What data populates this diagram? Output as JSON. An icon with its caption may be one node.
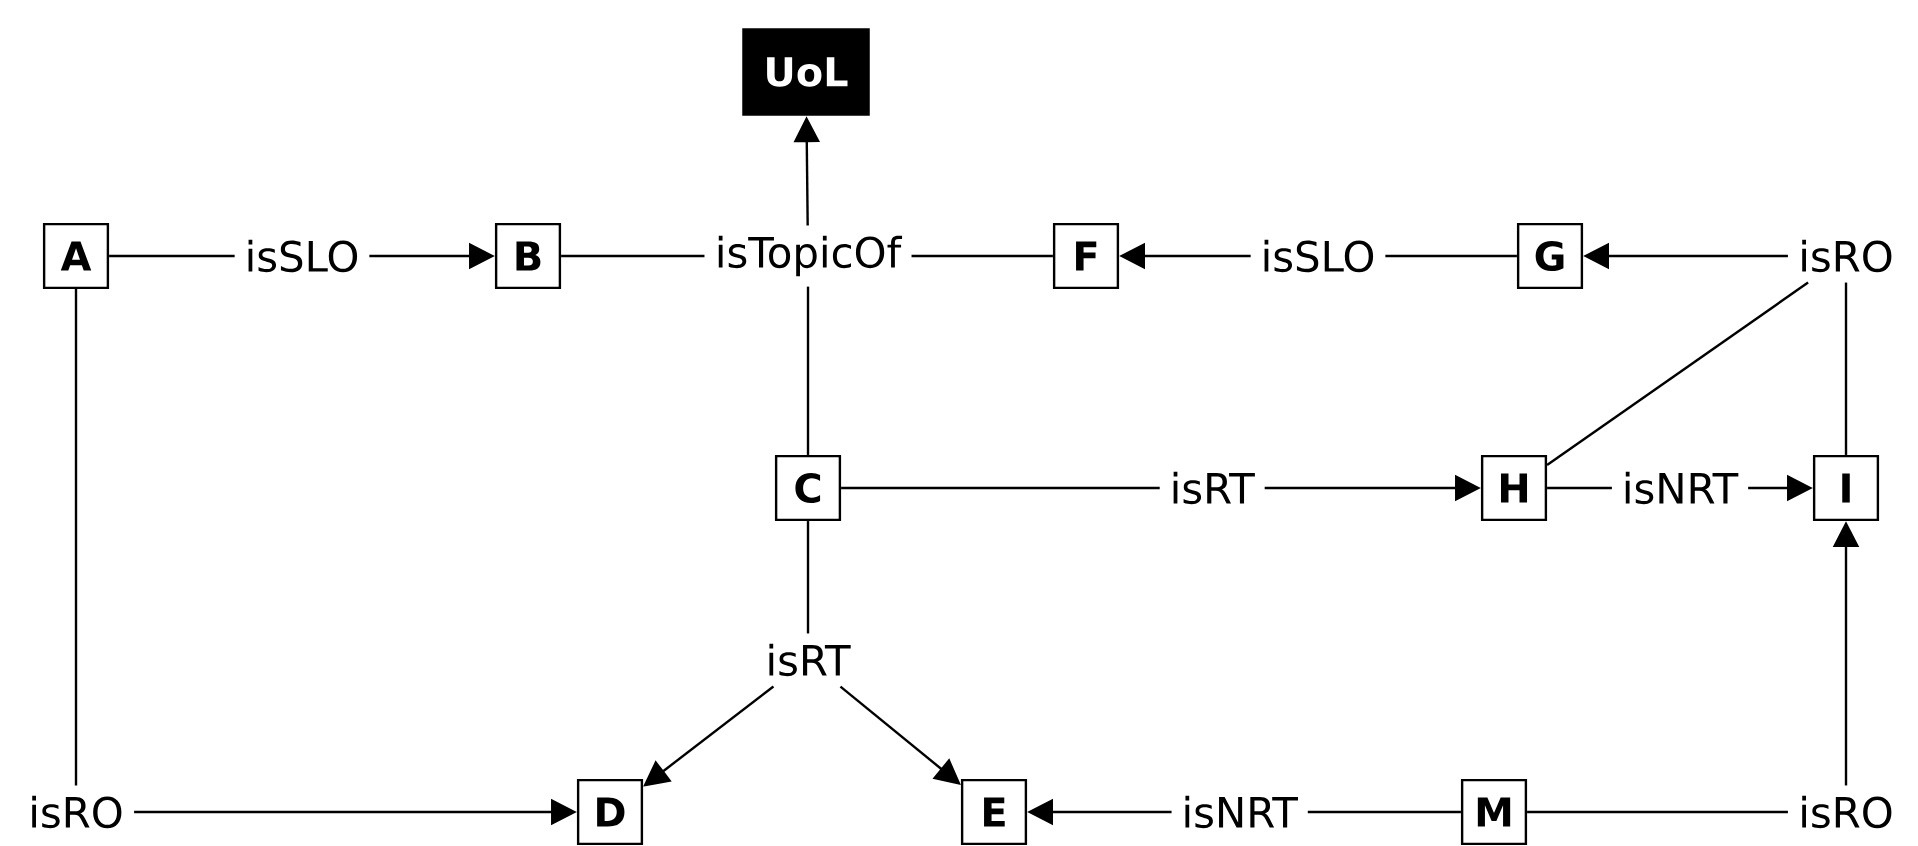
{
  "diagram": {
    "nodes": [
      {
        "text": [
          "UoL"
        ]
      },
      {
        "text": [
          "A"
        ]
      },
      {
        "text": [
          "B"
        ]
      },
      {
        "text": [
          "isTopicOf"
        ]
      },
      {
        "text": [
          "F"
        ]
      },
      {
        "text": [
          "G"
        ]
      },
      {
        "text": [
          "isRO"
        ]
      },
      {
        "text": [
          "C"
        ]
      },
      {
        "text": [
          "H"
        ]
      },
      {
        "text": [
          "I"
        ]
      },
      {
        "text": [
          "isRT"
        ]
      },
      {
        "text": [
          "isRO"
        ]
      },
      {
        "text": [
          "D"
        ]
      },
      {
        "text": [
          "E"
        ]
      },
      {
        "text": [
          "M"
        ]
      },
      {
        "text": [
          "isRO"
        ]
      }
    ],
    "edges": [
      {
        "from": 1,
        "to": 2,
        "arrow": "to",
        "label": "isSLO"
      },
      {
        "from": 2,
        "to": 3,
        "arrow": "none"
      },
      {
        "from": 4,
        "to": 3,
        "arrow": "none"
      },
      {
        "from": 7,
        "to": 3,
        "arrow": "none"
      },
      {
        "from": 3,
        "to": 0,
        "arrow": "to"
      },
      {
        "from": 5,
        "to": 4,
        "arrow": "to",
        "label": "isSLO"
      },
      {
        "from": 6,
        "to": 5,
        "arrow": "to"
      },
      {
        "from": 8,
        "to": 6,
        "arrow": "none"
      },
      {
        "from": 9,
        "to": 6,
        "arrow": "none"
      },
      {
        "from": 7,
        "to": 8,
        "arrow": "to",
        "label": "isRT"
      },
      {
        "from": 8,
        "to": 9,
        "arrow": "to",
        "label": "isNRT"
      },
      {
        "from": 7,
        "to": 10,
        "arrow": "none"
      },
      {
        "from": 10,
        "to": 12,
        "arrow": "to"
      },
      {
        "from": 10,
        "to": 13,
        "arrow": "to"
      },
      {
        "from": 1,
        "to": 11,
        "arrow": "none"
      },
      {
        "from": 11,
        "to": 12,
        "arrow": "to"
      },
      {
        "from": 14,
        "to": 13,
        "arrow": "to",
        "label": "isNRT"
      },
      {
        "from": 14,
        "to": 15,
        "arrow": "none"
      },
      {
        "from": 15,
        "to": 9,
        "arrow": "to"
      }
    ]
  }
}
